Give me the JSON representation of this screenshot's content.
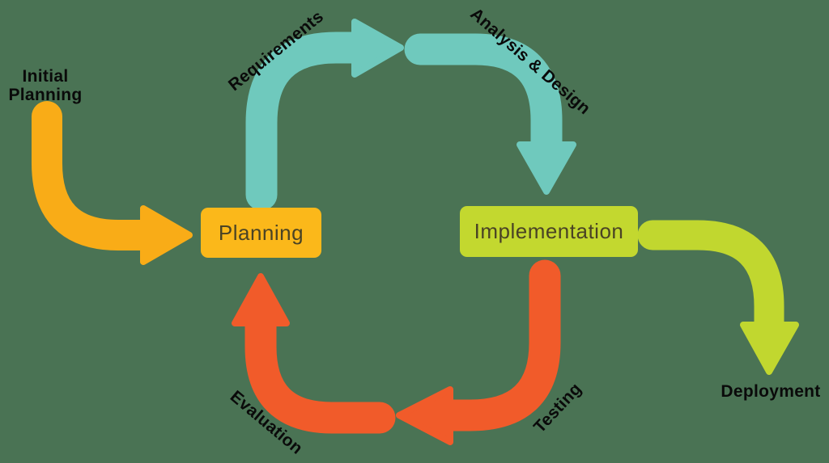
{
  "diagram": {
    "background_color": "#4A7354",
    "colors": {
      "yellow": "#F9AC17",
      "yellow_box": "#FBB81A",
      "teal": "#6FC9BD",
      "green": "#C1D72F",
      "green_box": "#C3D82F",
      "red": "#F15B2A",
      "outer_label_text": "#0A0A0A",
      "box_label_text": "#4A4325"
    },
    "labels": {
      "initial_planning_line1": "Initial",
      "initial_planning_line2": "Planning",
      "requirements": "Requirements",
      "analysis_design": "Analysis & Design",
      "deployment": "Deployment",
      "testing": "Testing",
      "evaluation": "Evaluation"
    },
    "nodes": [
      {
        "id": "planning",
        "label": "Planning",
        "color": "#FBB81A"
      },
      {
        "id": "implementation",
        "label": "Implementation",
        "color": "#C3D82F"
      }
    ],
    "arrows": [
      {
        "name": "initial-planning-arrow",
        "from": "Initial Planning",
        "to": "Planning",
        "color": "#F9AC17",
        "direction": "right"
      },
      {
        "name": "requirements-arrow",
        "from": "Planning",
        "to": "Analysis & Design",
        "color": "#6FC9BD",
        "direction": "up-right"
      },
      {
        "name": "analysis-design-arrow",
        "from": "Requirements",
        "to": "Implementation",
        "color": "#6FC9BD",
        "direction": "down"
      },
      {
        "name": "deployment-arrow",
        "from": "Implementation",
        "to": "Deployment",
        "color": "#C1D72F",
        "direction": "down"
      },
      {
        "name": "testing-arrow",
        "from": "Implementation",
        "to": "Evaluation",
        "color": "#F15B2A",
        "direction": "left"
      },
      {
        "name": "evaluation-arrow",
        "from": "Testing",
        "to": "Planning",
        "color": "#F15B2A",
        "direction": "up"
      }
    ]
  }
}
